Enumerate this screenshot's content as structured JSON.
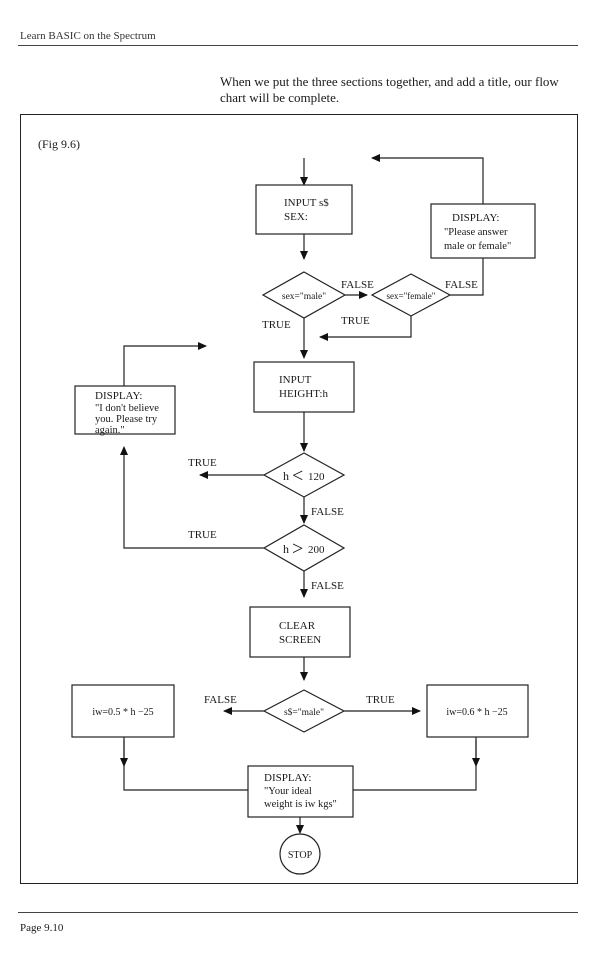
{
  "page": {
    "running_head": "Learn BASIC on the Spectrum",
    "intro": "When we put the three sections together, and add a title, our flow chart will be complete.",
    "page_number": "Page   9.10"
  },
  "figure": {
    "caption": "(Fig 9.6)",
    "nodes": {
      "input_sex": [
        "INPUT s$",
        "SEX:"
      ],
      "display_please": [
        "DISPLAY:",
        "\"Please answer",
        "male or female\""
      ],
      "dec_male": "sex=\"male\"",
      "dec_female": "sex=\"female\"",
      "input_height": [
        "INPUT",
        "HEIGHT:h"
      ],
      "display_believe": [
        "DISPLAY:",
        "\"I don't believe",
        "you. Please try",
        "again.\""
      ],
      "dec_h120": [
        "h",
        "<",
        "120"
      ],
      "dec_h200": [
        "h",
        ">",
        "200"
      ],
      "clear_screen": [
        "CLEAR",
        "SCREEN"
      ],
      "dec_smale": "s$=\"male\"",
      "iw_female": "iw=0.5 * h −25",
      "iw_male": "iw=0.6 * h −25",
      "display_weight": [
        "DISPLAY:",
        "\"Your ideal",
        "weight is iw kgs\""
      ],
      "stop": "STOP"
    },
    "edge_labels": {
      "male_false": "FALSE",
      "female_false": "FALSE",
      "female_true": "TRUE",
      "male_true": "TRUE",
      "h120_true": "TRUE",
      "h120_false": "FALSE",
      "h200_true": "TRUE",
      "h200_false": "FALSE",
      "smale_false": "FALSE",
      "smale_true": "TRUE"
    }
  }
}
